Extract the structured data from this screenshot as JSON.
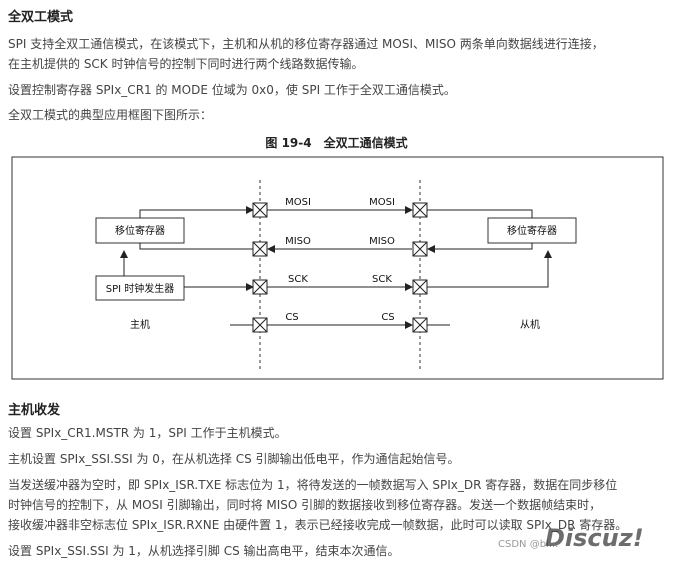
{
  "section1": {
    "title": "全双工模式",
    "para1_line1": "SPI 支持全双工通信模式，在该模式下，主机和从机的移位寄存器通过 MOSI、MISO 两条单向数据线进行连接，",
    "para1_line2": "在主机提供的 SCK 时钟信号的控制下同时进行两个线路数据传输。",
    "para2": "设置控制寄存器 SPIx_CR1 的 MODE 位域为 0x0，使 SPI 工作于全双工通信模式。",
    "para3": "全双工模式的典型应用框图下图所示："
  },
  "figure": {
    "caption": "图 19-4　全双工通信模式",
    "master_shift_register": "移位寄存器",
    "slave_shift_register": "移位寄存器",
    "clock_generator": "SPI 时钟发生器",
    "master_label": "主机",
    "slave_label": "从机",
    "lines": [
      {
        "left": "MOSI",
        "right": "MOSI"
      },
      {
        "left": "MISO",
        "right": "MISO"
      },
      {
        "left": "SCK",
        "right": "SCK"
      },
      {
        "left": "CS",
        "right": "CS"
      }
    ]
  },
  "section2": {
    "title": "主机收发",
    "p1": "设置 SPIx_CR1.MSTR 为 1，SPI 工作于主机模式。",
    "p2": "主机设置 SPIx_SSI.SSI 为 0，在从机选择 CS 引脚输出低电平，作为通信起始信号。",
    "p3_line1": "当发送缓冲器为空时，即 SPIx_ISR.TXE 标志位为 1，将待发送的一帧数据写入 SPIx_DR 寄存器，数据在同步移位",
    "p3_line2": "时钟信号的控制下，从 MOSI 引脚输出，同时将 MISO 引脚的数据接收到移位寄存器。发送一个数据帧结束时，",
    "p3_line3": "接收缓冲器非空标志位 SPIx_ISR.RXNE 由硬件置 1，表示已经接收完成一帧数据，此时可以读取 SPIx_DR 寄存器。",
    "p4": "设置 SPIx_SSI.SSI 为 1，从机选择引脚 CS 输出高电平，结束本次通信。"
  },
  "watermark": {
    "csdn": "CSDN @bl...",
    "discuz": "Discuz!"
  }
}
